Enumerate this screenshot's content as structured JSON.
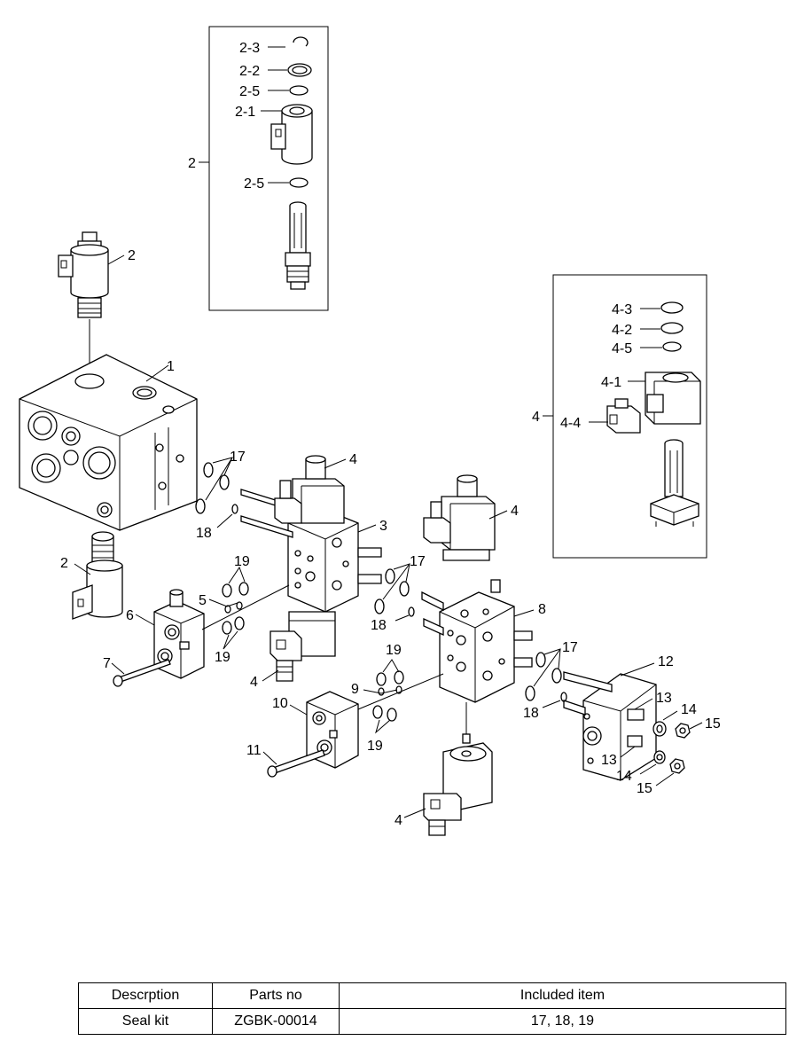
{
  "callouts": {
    "d2_3": "2-3",
    "d2_2": "2-2",
    "d2_5a": "2-5",
    "d2_1": "2-1",
    "d2": "2",
    "d2_5b": "2-5",
    "d4_3": "4-3",
    "d4_2": "4-2",
    "d4_5": "4-5",
    "d4_1": "4-1",
    "d4": "4",
    "d4_4": "4-4",
    "p1": "1",
    "p2a": "2",
    "p2b": "2",
    "p3": "3",
    "p4a": "4",
    "p4b": "4",
    "p4c": "4",
    "p4d": "4",
    "p5": "5",
    "p6": "6",
    "p7": "7",
    "p8": "8",
    "p9": "9",
    "p10": "10",
    "p11": "11",
    "p12": "12",
    "p13a": "13",
    "p13b": "13",
    "p14a": "14",
    "p14b": "14",
    "p15a": "15",
    "p15b": "15",
    "p17a": "17",
    "p17b": "17",
    "p17c": "17",
    "p18a": "18",
    "p18b": "18",
    "p18c": "18",
    "p19a": "19",
    "p19b": "19",
    "p19c": "19",
    "p19d": "19"
  },
  "table": {
    "headers": [
      "Descrption",
      "Parts no",
      "Included item"
    ],
    "rows": [
      [
        "Seal kit",
        "ZGBK-00014",
        "17, 18, 19"
      ]
    ]
  }
}
